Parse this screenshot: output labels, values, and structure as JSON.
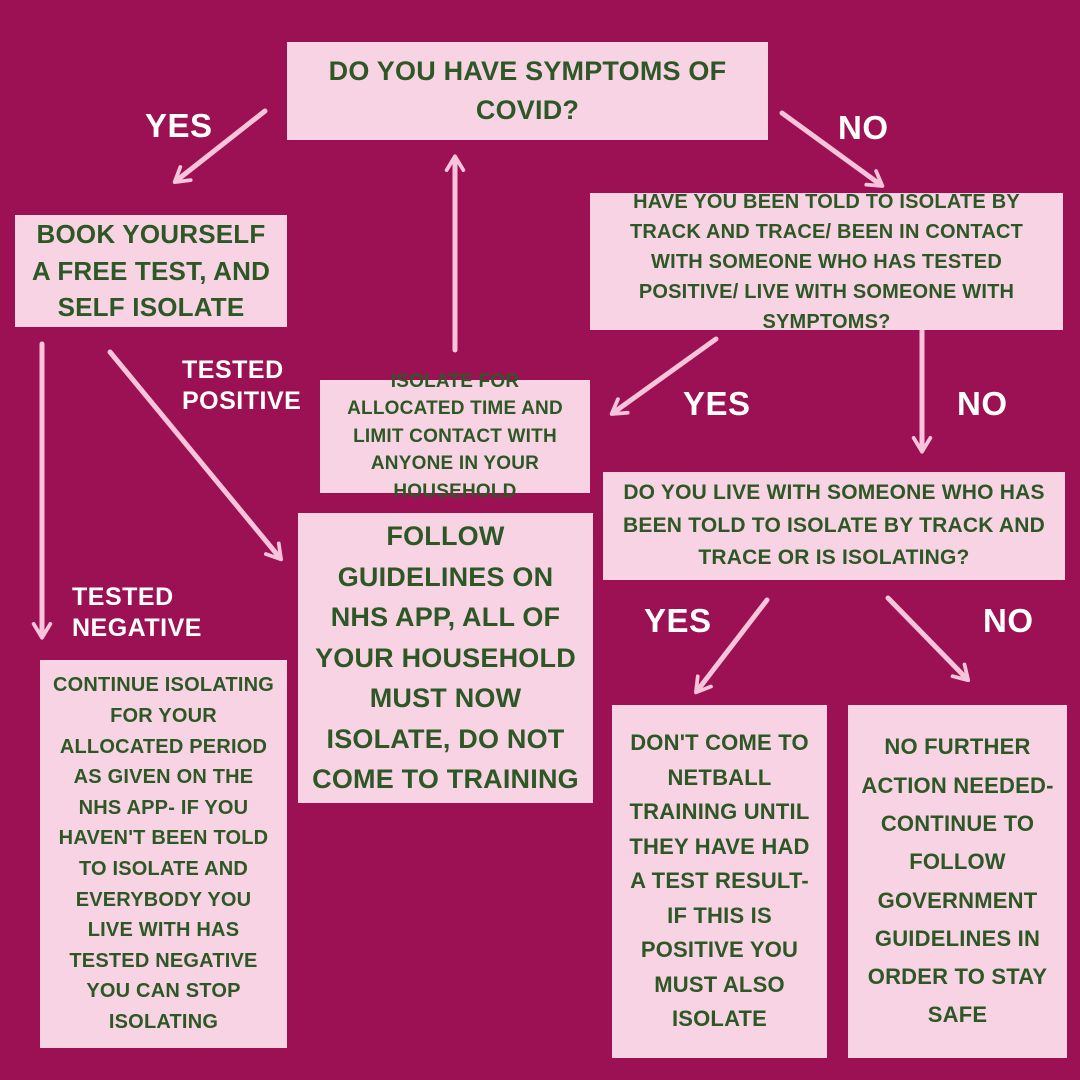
{
  "title": "COVID symptoms decision flowchart",
  "colors": {
    "background": "#9B1154",
    "box_fill": "#F8D3E3",
    "box_text_green": "#2D5826",
    "label_white": "#FFFFFF",
    "arrow_pink": "#F7C4DB"
  },
  "nodes": {
    "q_symptoms": {
      "text": "DO YOU HAVE SYMPTOMS OF COVID?"
    },
    "book_test": {
      "text": "BOOK YOURSELF A FREE TEST, AND SELF ISOLATE"
    },
    "q_told_isolate": {
      "text": "HAVE YOU BEEN TOLD TO ISOLATE BY TRACK AND TRACE/ BEEN IN CONTACT WITH SOMEONE WHO HAS TESTED POSITIVE/ LIVE WITH SOMEONE WITH SYMPTOMS?"
    },
    "isolate_allocated": {
      "text": "ISOLATE FOR ALLOCATED TIME AND LIMIT CONTACT WITH ANYONE IN YOUR HOUSEHOLD"
    },
    "follow_guidelines": {
      "text": "FOLLOW GUIDELINES ON NHS APP, ALL OF YOUR HOUSEHOLD MUST NOW ISOLATE, DO NOT COME TO TRAINING"
    },
    "continue_isolating": {
      "text": "CONTINUE ISOLATING FOR YOUR ALLOCATED PERIOD AS GIVEN ON THE NHS APP- IF YOU HAVEN'T BEEN TOLD TO ISOLATE AND EVERYBODY YOU LIVE WITH HAS TESTED NEGATIVE YOU CAN STOP ISOLATING"
    },
    "q_live_with": {
      "text": "DO YOU LIVE WITH SOMEONE WHO HAS BEEN TOLD TO ISOLATE BY TRACK AND TRACE OR IS ISOLATING?"
    },
    "dont_come": {
      "text": "DON'T COME TO NETBALL TRAINING UNTIL THEY HAVE HAD A TEST RESULT- IF THIS IS POSITIVE YOU MUST ALSO ISOLATE"
    },
    "no_further": {
      "text": "NO FURTHER ACTION NEEDED- CONTINUE TO FOLLOW GOVERNMENT GUIDELINES IN ORDER TO STAY SAFE"
    }
  },
  "labels": {
    "yes_top": "YES",
    "no_top": "NO",
    "tested_positive": "TESTED POSITIVE",
    "tested_negative": "TESTED NEGATIVE",
    "yes_mid": "YES",
    "no_mid": "NO",
    "yes_bottom": "YES",
    "no_bottom": "NO"
  }
}
